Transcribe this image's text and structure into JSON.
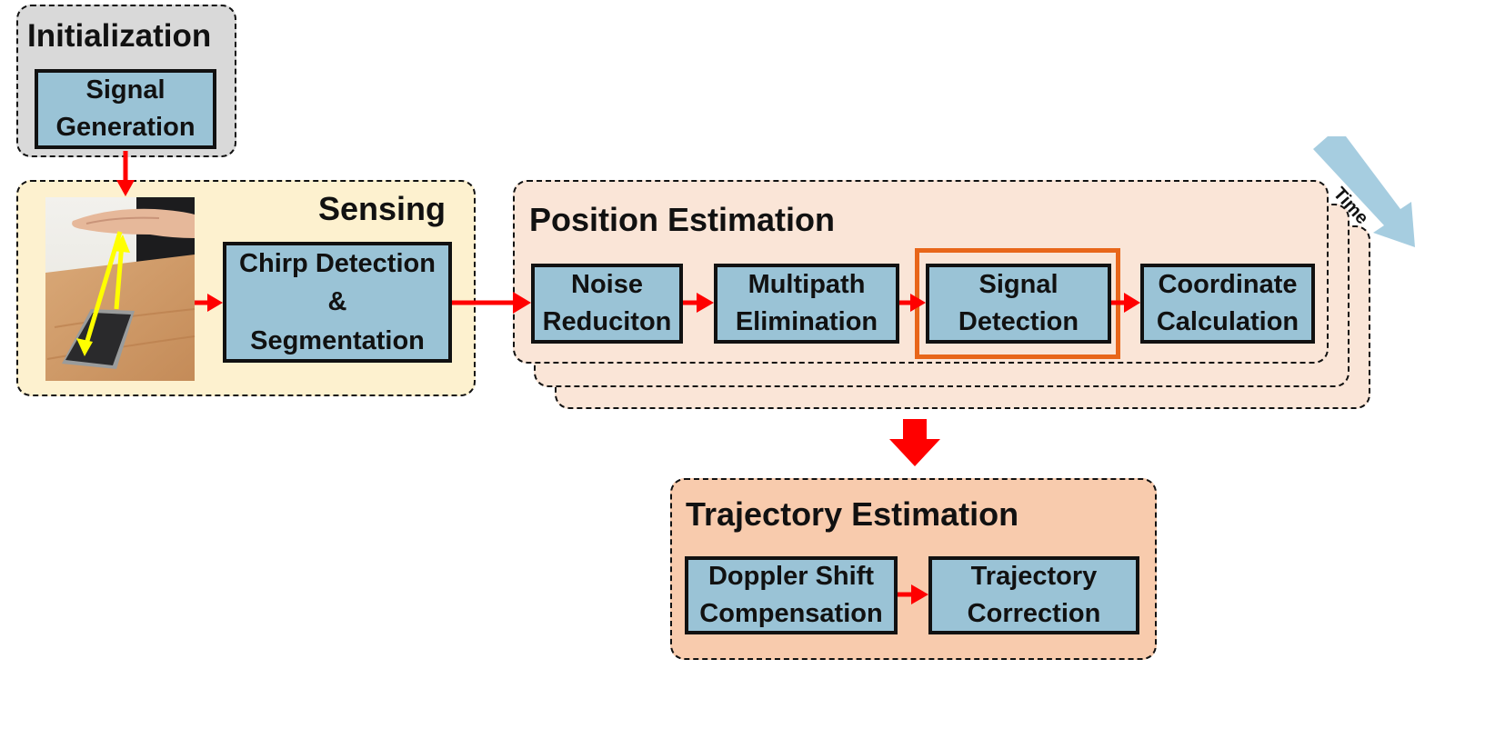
{
  "initialization": {
    "title": "Initialization",
    "signal_generation": "Signal\nGeneration"
  },
  "sensing": {
    "title": "Sensing",
    "chirp_detection": "Chirp Detection\n&\nSegmentation"
  },
  "position_estimation": {
    "title": "Position Estimation",
    "steps": [
      "Noise\nReduciton",
      "Multipath\nElimination",
      "Signal\nDetection",
      "Coordinate\nCalculation"
    ]
  },
  "trajectory_estimation": {
    "title": "Trajectory Estimation",
    "steps": [
      "Doppler Shift\nCompensation",
      "Trajectory\nCorrection"
    ]
  },
  "time_label": "Time",
  "colors": {
    "initialization_bg": "#d9d9d9",
    "sensing_bg": "#fdf1cf",
    "position_bg": "#fae5d7",
    "trajectory_bg": "#f8cbad",
    "box_bg": "#9ac3d6",
    "arrow": "#ff0000",
    "highlight": "#e8661a",
    "time_arrow": "#a6cde0",
    "gesture_arrow": "#ffff00"
  }
}
